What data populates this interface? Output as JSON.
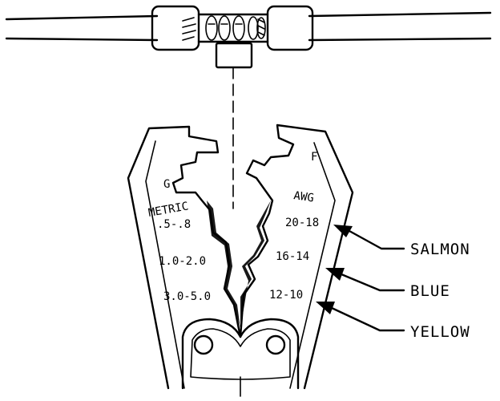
{
  "labels": {
    "g": "G",
    "f": "F",
    "metric": "METRIC",
    "awg": "AWG",
    "metric_sizes": [
      ".5-.8",
      "1.0-2.0",
      "3.0-5.0"
    ],
    "awg_sizes": [
      "20-18",
      "16-14",
      "12-10"
    ],
    "callouts": [
      "SALMON",
      "BLUE",
      "YELLOW"
    ]
  }
}
